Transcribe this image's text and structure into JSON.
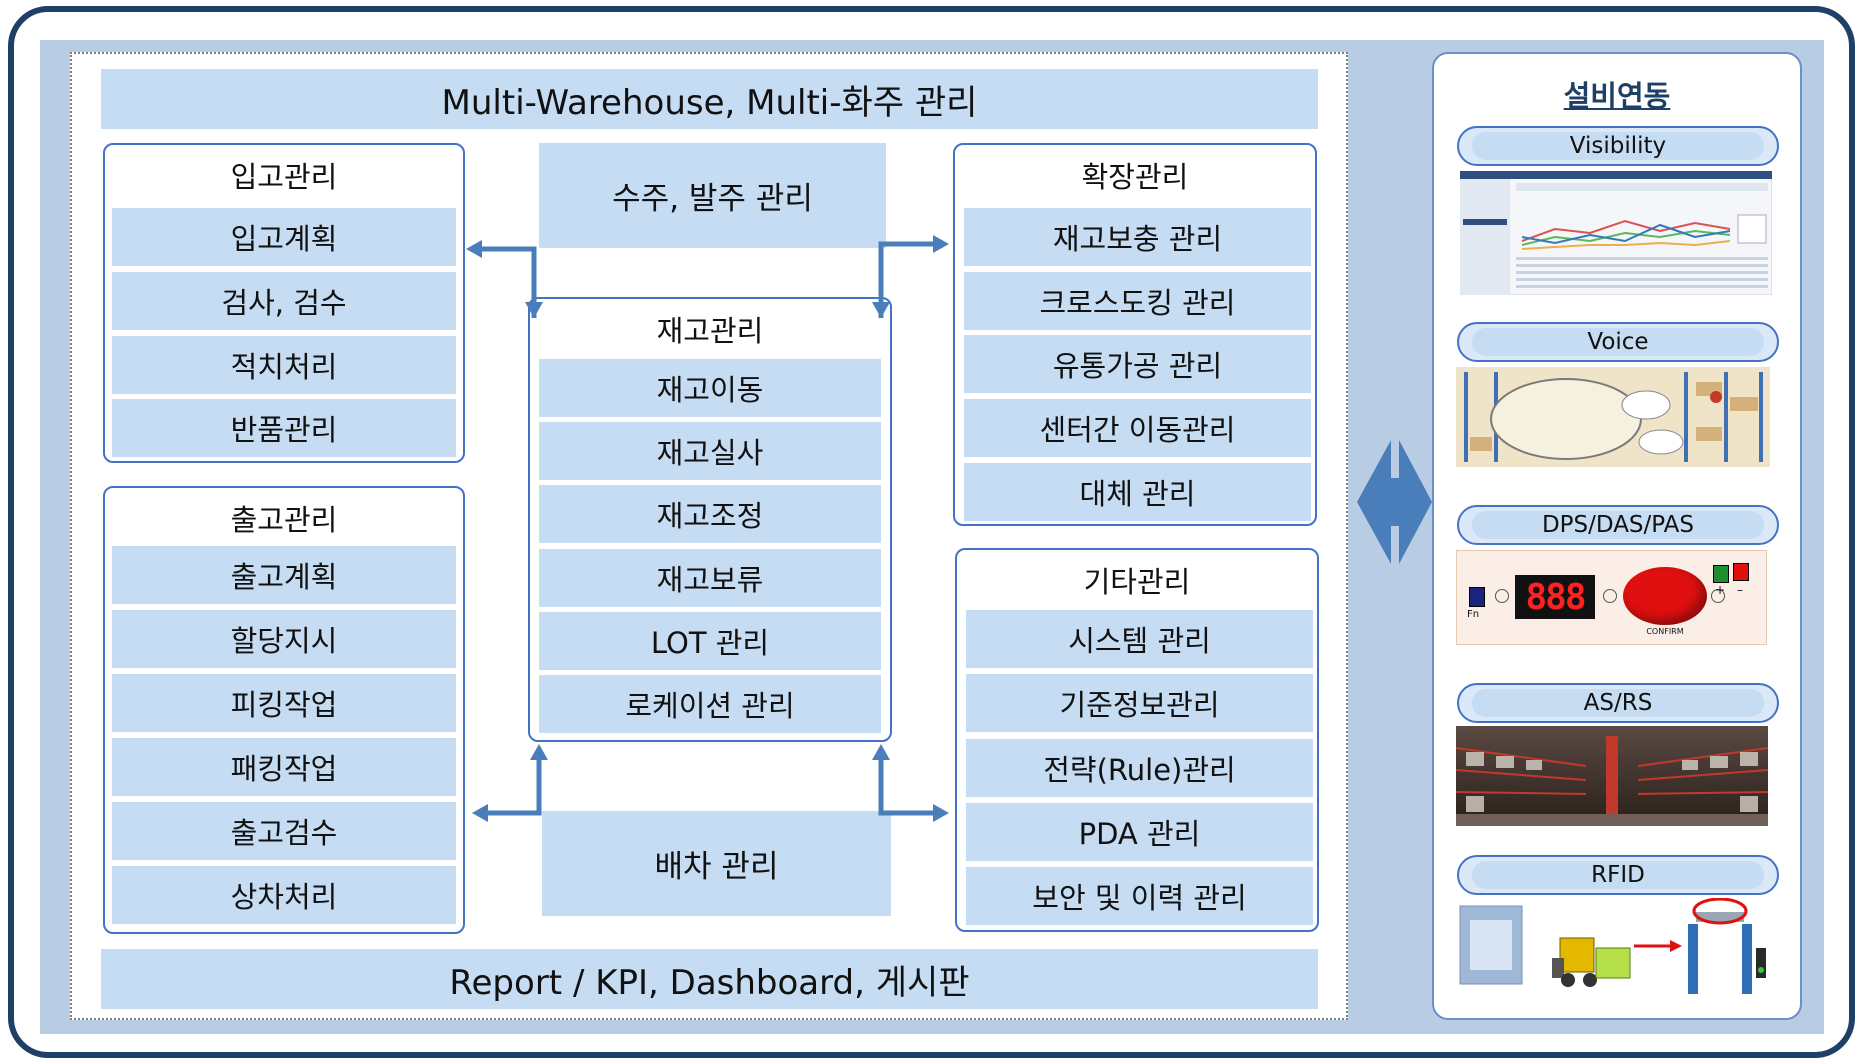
{
  "top_banner": "Multi-Warehouse, Multi-화주 관리",
  "bottom_banner": "Report / KPI, Dashboard, 게시판",
  "inbound": {
    "title": "입고관리",
    "items": [
      "입고계획",
      "검사, 검수",
      "적치처리",
      "반품관리"
    ]
  },
  "outbound": {
    "title": "출고관리",
    "items": [
      "출고계획",
      "할당지시",
      "피킹작업",
      "패킹작업",
      "출고검수",
      "상차처리"
    ]
  },
  "order_mgmt": "수주, 발주 관리",
  "inventory": {
    "title": "재고관리",
    "items": [
      "재고이동",
      "재고실사",
      "재고조정",
      "재고보류",
      "LOT 관리",
      "로케이션 관리"
    ]
  },
  "dispatch": "배차 관리",
  "extended": {
    "title": "확장관리",
    "items": [
      "재고보충 관리",
      "크로스도킹 관리",
      "유통가공 관리",
      "센터간 이동관리",
      "대체 관리"
    ]
  },
  "other": {
    "title": "기타관리",
    "items": [
      "시스템 관리",
      "기준정보관리",
      "전략(Rule)관리",
      "PDA 관리",
      "보안 및 이력 관리"
    ]
  },
  "equipment": {
    "title": "설비연동",
    "items": [
      "Visibility",
      "Voice",
      "DPS/DAS/PAS",
      "AS/RS",
      "RFID"
    ],
    "dps_display": "888",
    "dps_button": "CONFIRM",
    "dps_fn": "Fn",
    "dps_plus": "+",
    "dps_minus": "–"
  },
  "colors": {
    "frame": "#1e3f66",
    "background": "#b8cce4",
    "cell": "#c5dcf3",
    "border": "#4472c4",
    "arrow": "#4a7ebb"
  }
}
